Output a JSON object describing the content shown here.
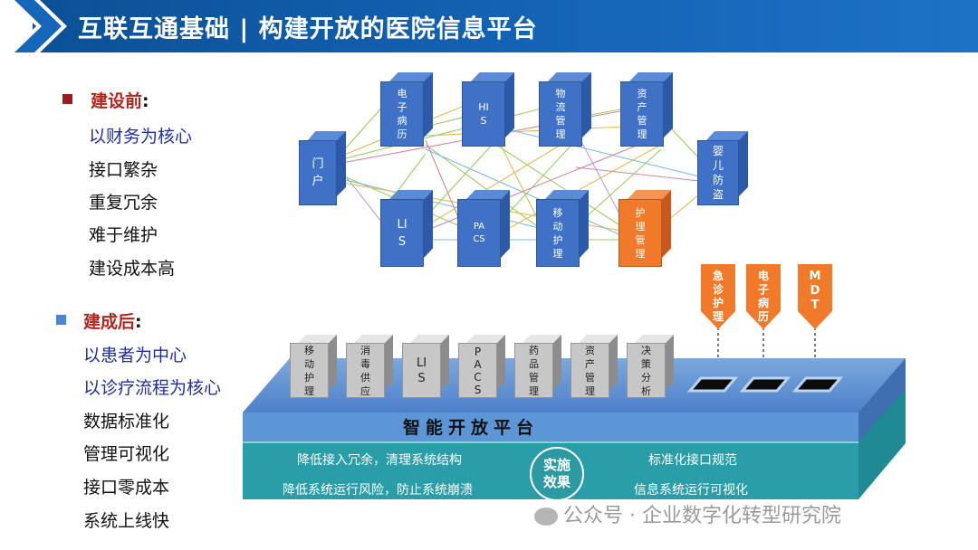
{
  "header": {
    "title": "互联互通基础 | 构建开放的医院信息平台"
  },
  "before": {
    "heading": "建设前",
    "items": [
      "以财务为核心",
      "接口繁杂",
      "重复冗余",
      "难于维护",
      "建设成本高"
    ]
  },
  "after": {
    "heading": "建成后",
    "items": [
      "以患者为中心",
      "以诊疗流程为核心",
      "数据标准化",
      "管理可视化",
      "接口零成本",
      "系统上线快"
    ]
  },
  "network": {
    "top_row": [
      "电子病历",
      "HIS",
      "物流管理",
      "资产管理"
    ],
    "left_node": "门户",
    "right_node": "婴儿防盗",
    "bottom_row": [
      "LIS",
      "PACS",
      "移动护理",
      "护理管理"
    ]
  },
  "platform": {
    "label": "智能开放平台",
    "modules": [
      "移动护理",
      "消毒供应",
      "LIS",
      "PACS",
      "药品管理",
      "资产管理",
      "决策分析"
    ],
    "plugins": [
      "急诊护理",
      "电子病历",
      "MDT"
    ],
    "center": [
      "实施",
      "效果"
    ],
    "effects": {
      "left_top": "降低接入冗余，清理系统结构",
      "left_bottom": "降低系统运行风险，防止系统崩溃",
      "right_top": "标准化接口规范",
      "right_bottom": "信息系统运行可视化"
    }
  },
  "watermark": "公众号 · 企业数字化转型研究院",
  "colors": {
    "blue_box": "#3f72c6",
    "orange_box": "#f07a2a",
    "header": "#0b4f93",
    "teal": "#2a9ea8"
  }
}
